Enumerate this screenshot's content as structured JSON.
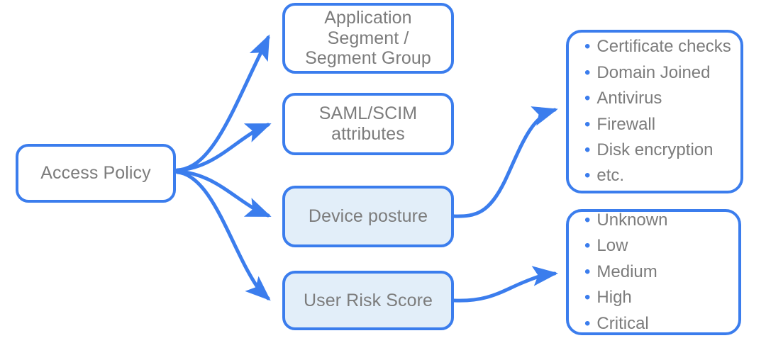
{
  "diagram": {
    "title": "Access Policy criteria diagram",
    "colors": {
      "border_blue": "#3b7ded",
      "shaded_fill": "#e2eef9",
      "plain_fill": "#ffffff",
      "text_gray": "#7c7c7c",
      "arrow_blue": "#3b7ded"
    },
    "nodes": {
      "access_policy": {
        "label": "Access Policy"
      },
      "app_segment": {
        "label": "Application\nSegment /\nSegment Group"
      },
      "saml_scim": {
        "label": "SAML/SCIM\nattributes"
      },
      "device_posture": {
        "label": "Device posture"
      },
      "user_risk_score": {
        "label": "User Risk Score"
      }
    },
    "lists": {
      "device_posture_checks": {
        "items": [
          "Certificate checks",
          "Domain Joined",
          "Antivirus",
          "Firewall",
          "Disk encryption",
          "etc."
        ]
      },
      "risk_levels": {
        "items": [
          "Unknown",
          "Low",
          "Medium",
          "High",
          "Critical"
        ]
      }
    },
    "bullet_glyph": "•"
  }
}
